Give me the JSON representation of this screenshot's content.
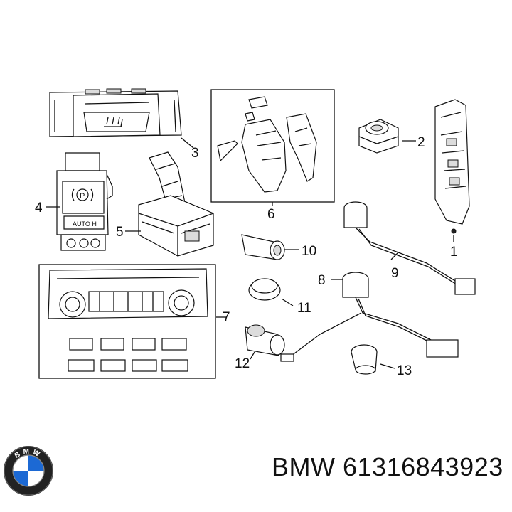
{
  "brand": "BMW",
  "part_number": "61316843923",
  "logo_letters": "BMW",
  "callouts": [
    "1",
    "2",
    "3",
    "4",
    "5",
    "6",
    "7",
    "8",
    "9",
    "10",
    "11",
    "12",
    "13"
  ],
  "colors": {
    "ink": "#111111",
    "logo_blue": "#1c69d4",
    "background": "#ffffff"
  },
  "icons": [
    "bmw-logo",
    "parking-brake-icon",
    "seat-heater-icon"
  ],
  "panel_labels": {
    "auto_h": "AUTO H",
    "park": "P"
  }
}
